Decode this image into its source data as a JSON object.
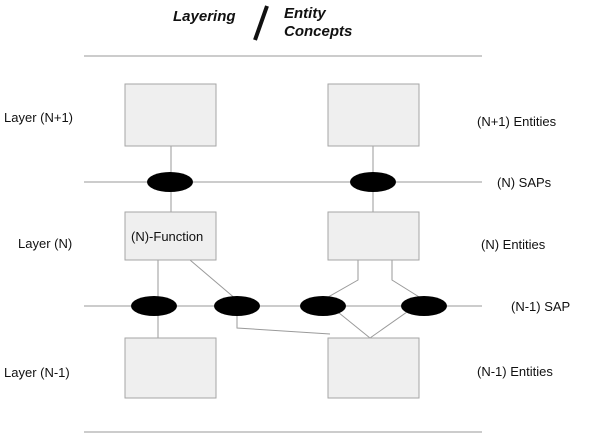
{
  "title": {
    "left": "Layering",
    "right_line1": "Entity",
    "right_line2": "Concepts"
  },
  "layers": {
    "n_plus_1": "Layer (N+1)",
    "n": "Layer (N)",
    "n_minus_1": "Layer (N-1)"
  },
  "entities": {
    "n_plus_1": "(N+1) Entities",
    "n": "(N) Entities",
    "n_minus_1": "(N-1) Entities"
  },
  "saps": {
    "n": "(N) SAPs",
    "n_minus_1": "(N-1) SAP"
  },
  "function_box": {
    "label": "(N)-Function"
  },
  "colors": {
    "box_fill": "#efefef",
    "box_stroke": "#a6a6a6",
    "line": "#9a9a9a",
    "sap_fill": "#000000",
    "text": "#111111"
  }
}
